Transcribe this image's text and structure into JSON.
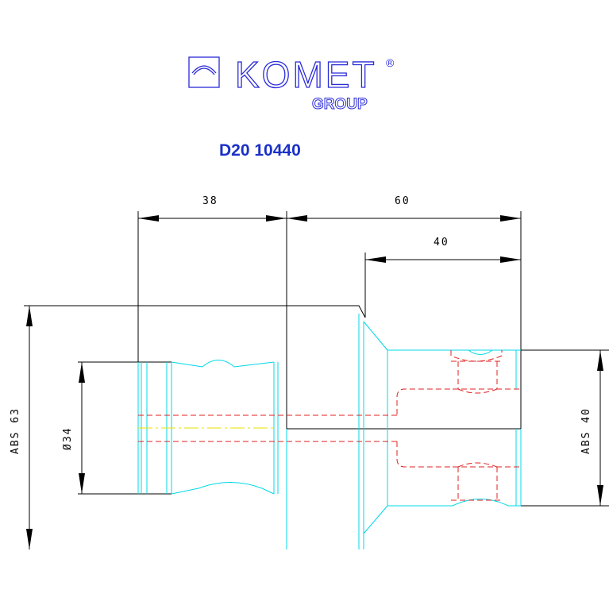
{
  "logo": {
    "brand": "KOMET",
    "registered": "®",
    "subtitle": "GROUP",
    "color": "#2a2ad8",
    "icon": "komet-arc-logo-icon"
  },
  "part_number": "D20 10440",
  "dimensions": {
    "length_left": "38",
    "length_total_right": "60",
    "length_inner_right": "40",
    "diameter_left": "Ø34",
    "abs_left": "ABS 63",
    "abs_right": "ABS 40"
  },
  "colors": {
    "outline": "#000000",
    "contour": "#00d8e8",
    "hidden": "#e02020",
    "centerline": "#e8e000",
    "part_number": "#1a30c8"
  }
}
